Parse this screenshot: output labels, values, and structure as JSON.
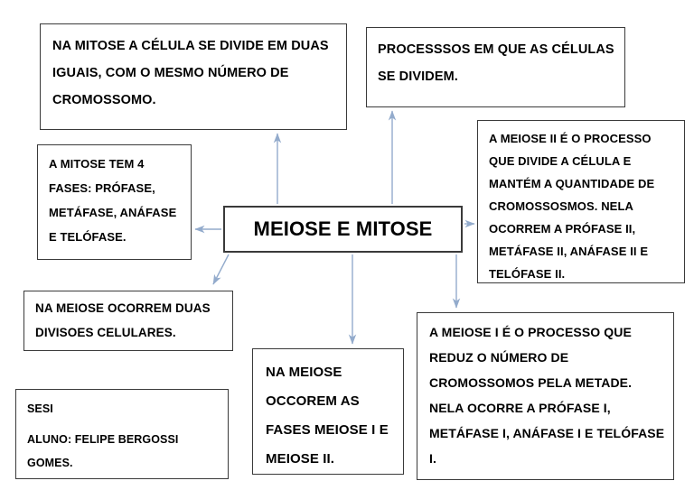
{
  "diagram": {
    "title": "MEIOSE E MITOSE",
    "type": "mind-map",
    "arrow_color": "#93abcc",
    "box_border_color": "#3a3a3a",
    "background": "#ffffff",
    "central_node": {
      "label": "MEIOSE E MITOSE"
    },
    "nodes": [
      {
        "id": "mitose-divide",
        "text": "NA MITOSE A CÉLULA SE DIVIDE EM DUAS IGUAIS, COM O MESMO NÚMERO DE CROMOSSOMO."
      },
      {
        "id": "processos",
        "text": "PROCESSSOS EM QUE AS CÉLULAS SE DIVIDEM."
      },
      {
        "id": "mitose-fases",
        "text": "A MITOSE TEM 4 FASES: PRÓFASE, METÁFASE, ANÁFASE E TELÓFASE."
      },
      {
        "id": "meiose2",
        "text": "A MEIOSE II É O PROCESSO QUE DIVIDE A CÉLULA E MANTÉM A QUANTIDADE DE CROMOSSOSMOS. NELA OCORREM A PRÓFASE II, METÁFASE II, ANÁFASE II E TELÓFASE II."
      },
      {
        "id": "divisoes",
        "text": "NA MEIOSE OCORREM DUAS DIVISOES CELULARES."
      },
      {
        "id": "fases-meiose",
        "text": "NA MEIOSE OCCOREM AS FASES MEIOSE I E MEIOSE II."
      },
      {
        "id": "meiose1",
        "text": "A MEIOSE I  É O PROCESSO QUE REDUZ O NÚMERO DE CROMOSSOMOS PELA METADE. NELA OCORRE A PRÓFASE I, METÁFASE I, ANÁFASE I E TELÓFASE I."
      }
    ],
    "credits": {
      "school": "SESI",
      "student": "ALUNO: FELIPE BERGOSSI GOMES."
    }
  }
}
